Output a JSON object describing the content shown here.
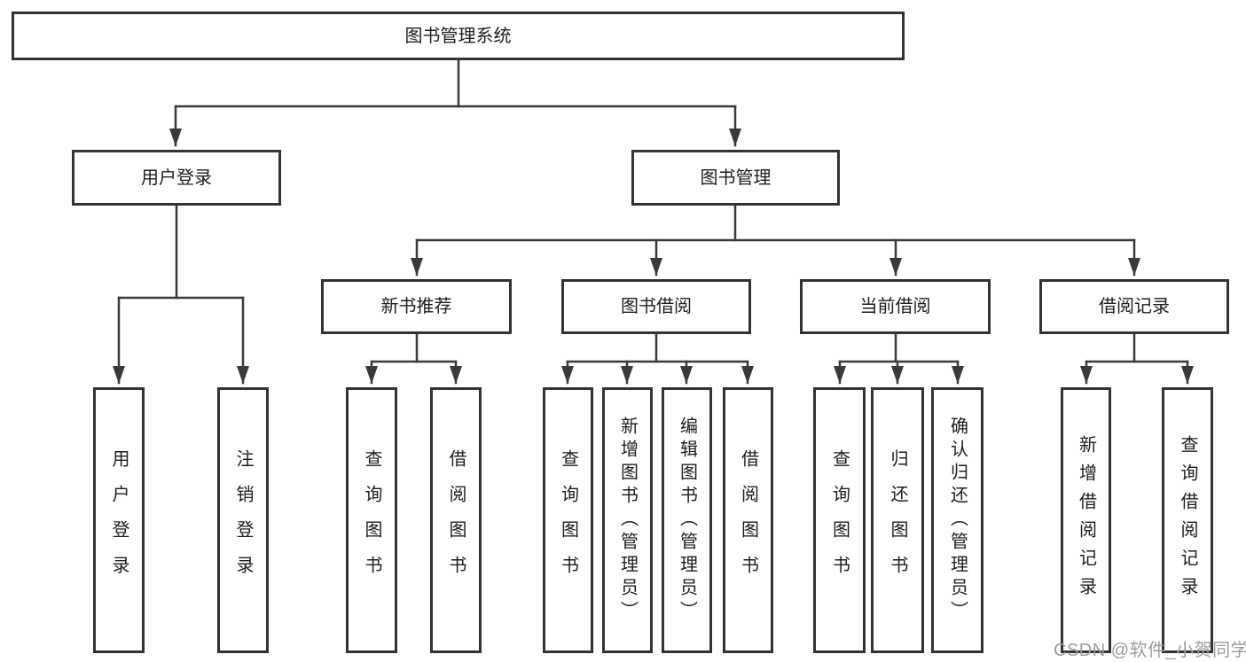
{
  "diagram": {
    "root": {
      "label": "图书管理系统"
    },
    "level2": [
      {
        "label": "用户登录"
      },
      {
        "label": "图书管理"
      }
    ],
    "level3": [
      {
        "label": "新书推荐"
      },
      {
        "label": "图书借阅"
      },
      {
        "label": "当前借阅"
      },
      {
        "label": "借阅记录"
      }
    ],
    "leaves": {
      "user_login": [
        {
          "label": "用户登录"
        },
        {
          "label": "注销登录"
        }
      ],
      "new_books": [
        {
          "label": "查询图书"
        },
        {
          "label": "借阅图书"
        }
      ],
      "book_borrow": [
        {
          "label": "查询图书"
        },
        {
          "label": "新增图书（管理员）"
        },
        {
          "label": "编辑图书（管理员）"
        },
        {
          "label": "借阅图书"
        }
      ],
      "current_borrow": [
        {
          "label": "查询图书"
        },
        {
          "label": "归还图书"
        },
        {
          "label": "确认归还（管理员）"
        }
      ],
      "borrow_records": [
        {
          "label": "新增借阅记录"
        },
        {
          "label": "查询借阅记录"
        }
      ]
    }
  },
  "watermark": {
    "text": "CSDN @软件_小贺同学"
  },
  "colors": {
    "line": "#3a3a3a",
    "box_border": "#333333",
    "box_fill": "#ffffff",
    "text": "#1d1d1d",
    "watermark": "#9e9e9e"
  }
}
